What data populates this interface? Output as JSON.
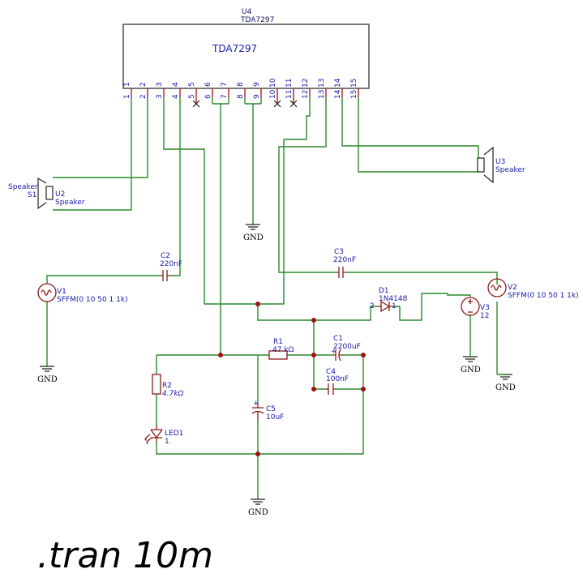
{
  "chip": {
    "ref": "U4",
    "value": "TDA7297",
    "body_label": "TDA7297",
    "pins": [
      "1",
      "2",
      "3",
      "4",
      "5",
      "6",
      "7",
      "8",
      "9",
      "10",
      "11",
      "12",
      "13",
      "14",
      "15"
    ]
  },
  "components": {
    "u2": {
      "ref": "U2",
      "value": "Speaker",
      "side": "Speaker",
      "num": "S1"
    },
    "u3": {
      "ref": "U3",
      "value": "Speaker"
    },
    "c2": {
      "ref": "C2",
      "value": "220nF"
    },
    "c3": {
      "ref": "C3",
      "value": "220nF"
    },
    "v1": {
      "ref": "V1",
      "value": "SFFM(0 10 50 1 1k)"
    },
    "v2": {
      "ref": "V2",
      "value": "SFFM(0 10 50 1 1k)"
    },
    "v3": {
      "ref": "V3",
      "value": "12"
    },
    "d1": {
      "ref": "D1",
      "value": "1N4148",
      "pin_a": "2",
      "pin_k": "1"
    },
    "r1": {
      "ref": "R1",
      "value": "47 kΩ"
    },
    "r2": {
      "ref": "R2",
      "value": "4.7kΩ"
    },
    "c1": {
      "ref": "C1",
      "value": "2200uF"
    },
    "c4": {
      "ref": "C4",
      "value": "100nF"
    },
    "c5": {
      "ref": "C5",
      "value": "10uF"
    },
    "led1": {
      "ref": "LED1",
      "value": "1"
    }
  },
  "ground_label": "GND",
  "directive": ".tran 10m"
}
